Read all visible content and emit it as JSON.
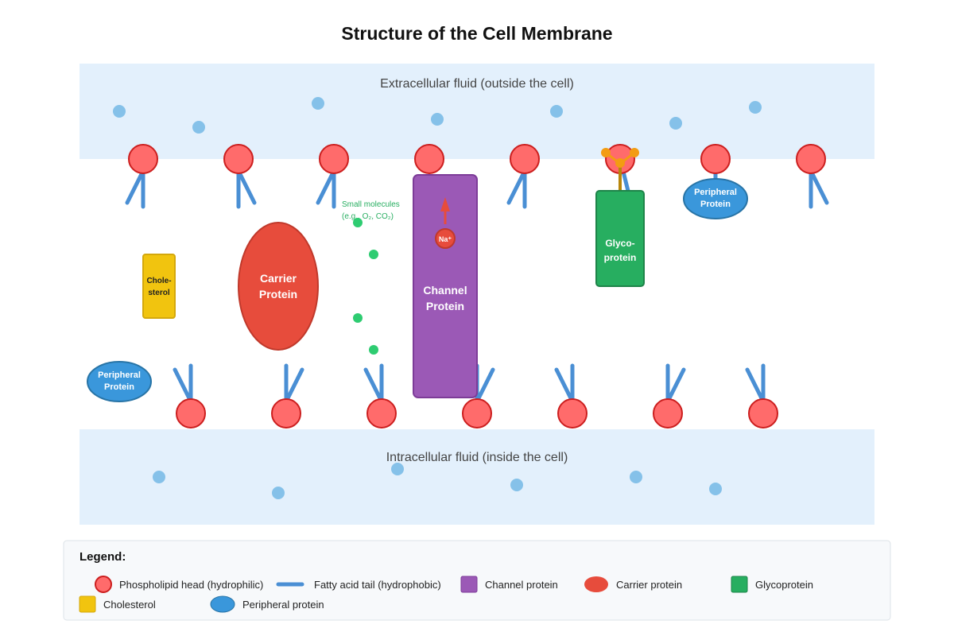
{
  "title": "Structure of the Cell Membrane",
  "extracellular_label": "Extracellular fluid (outside the cell)",
  "intracellular_label": "Intracellular fluid (inside the cell)",
  "proteins": {
    "carrier": [
      "Carrier",
      "Protein"
    ],
    "channel": [
      "Channel",
      "Protein"
    ],
    "glycoprotein": [
      "Glyco-",
      "protein"
    ],
    "cholesterol": [
      "Chole-",
      "sterol"
    ],
    "peripheral_top": [
      "Peripheral",
      "Protein"
    ],
    "peripheral_bottom": [
      "Peripheral",
      "Protein"
    ]
  },
  "ion_label": "Na⁺",
  "small_molecules": [
    "Small molecules",
    "(e.g., O₂, CO₂)"
  ],
  "legend": {
    "title": "Legend:",
    "items": [
      {
        "label": "Phospholipid head (hydrophilic)",
        "icon": "phospholipid-head-icon"
      },
      {
        "label": "Fatty acid tail (hydrophobic)",
        "icon": "fatty-acid-tail-icon"
      },
      {
        "label": "Channel protein",
        "icon": "channel-protein-icon"
      },
      {
        "label": "Carrier protein",
        "icon": "carrier-protein-icon"
      },
      {
        "label": "Glycoprotein",
        "icon": "glycoprotein-icon"
      },
      {
        "label": "Cholesterol",
        "icon": "cholesterol-icon"
      },
      {
        "label": "Peripheral protein",
        "icon": "peripheral-protein-icon"
      }
    ]
  },
  "colors": {
    "fluid": "#e3f0fc",
    "head": "#ff6b6b",
    "head_stroke": "#cc1f1f",
    "tail": "#4a8fd4",
    "channel": "#9b59b6",
    "carrier": "#e74c3c",
    "glycoprotein": "#27ae60",
    "cholesterol": "#f1c40f",
    "peripheral": "#3a97db",
    "molecule": "#2ecc71",
    "particle": "#85c1e9",
    "sugar": "#f39c12"
  }
}
